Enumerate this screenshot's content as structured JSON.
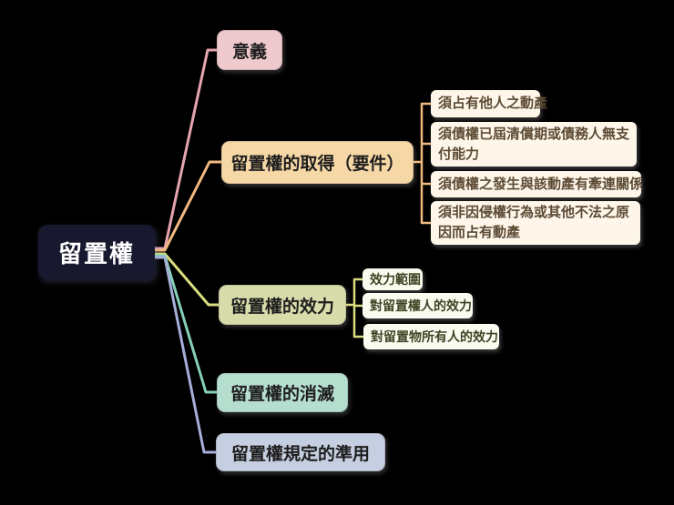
{
  "root": {
    "label": "留置權",
    "bg_color": "#18182f",
    "text_color": "#ffffff"
  },
  "branches": [
    {
      "label": "意義",
      "bg_color": "#eec9cd",
      "text_color": "#1d1d1d",
      "line_color": "#e5a4b0",
      "children": []
    },
    {
      "label": "留置權的取得（要件）",
      "bg_color": "#f6d7a6",
      "text_color": "#1d1d1d",
      "line_color": "#f2b97e",
      "child_bg_color": "#fdf6e9",
      "child_text_color": "#5c4a34",
      "children": [
        {
          "label": "須占有他人之動產"
        },
        {
          "label": "須債權已屆清償期或債務人無支付能力"
        },
        {
          "label": "須債權之發生與該動產有牽連關係"
        },
        {
          "label": "須非因侵權行為或其他不法之原因而占有動產"
        }
      ]
    },
    {
      "label": "留置權的效力",
      "bg_color": "#d8dcab",
      "text_color": "#1d1d1d",
      "line_color": "#d9dd7d",
      "child_bg_color": "#fafbef",
      "child_text_color": "#3e4424",
      "children": [
        {
          "label": "效力範圍"
        },
        {
          "label": "對留置權人的效力"
        },
        {
          "label": "對留置物所有人的效力"
        }
      ]
    },
    {
      "label": "留置權的消滅",
      "bg_color": "#b6decf",
      "text_color": "#1d1d1d",
      "line_color": "#85cfba",
      "children": []
    },
    {
      "label": "留置權規定的準用",
      "bg_color": "#c6cfe1",
      "text_color": "#1d1d1d",
      "line_color": "#a5aed8",
      "children": []
    }
  ]
}
